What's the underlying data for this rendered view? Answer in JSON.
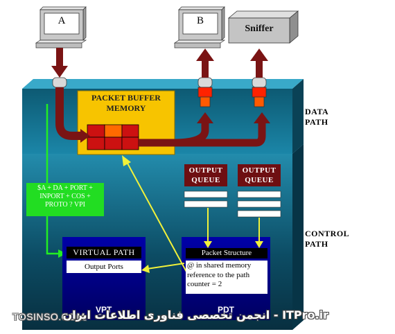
{
  "hosts": {
    "a_label": "A",
    "b_label": "B",
    "sniffer_label": "Sniffer"
  },
  "side_labels": {
    "data_path": [
      "DATA",
      "PATH"
    ],
    "control_path": [
      "CONTROL",
      "PATH"
    ]
  },
  "packet_buffer": {
    "title": [
      "PACKET BUFFER",
      "MEMORY"
    ]
  },
  "output_queue_1": {
    "title": [
      "OUTPUT",
      "QUEUE"
    ]
  },
  "output_queue_2": {
    "title": [
      "OUTPUT",
      "QUEUE"
    ]
  },
  "lookup_box": {
    "lines": [
      "$A + DA + PORT +",
      "INPORT + COS +",
      "PROTO ?  VPI"
    ]
  },
  "vpt": {
    "header": "VIRTUAL PATH",
    "sub": "Output Ports",
    "footer": "VPT"
  },
  "pdt": {
    "header": "Packet Structure",
    "lines": [
      "@ in shared memory",
      "reference to the path",
      "counter = 2"
    ],
    "footer": "PDT"
  },
  "watermark": {
    "left": "TOSINSO.COM",
    "right": "ITPro.ir - انجمن تخصصی فناوری اطلاعات ایران"
  },
  "colors": {
    "teal": "#1a7f9e",
    "dark_teal": "#0e4f66",
    "arrow": "#7a1414",
    "yellow": "#f7c400",
    "green": "#22dd22",
    "navy": "#0a0a8c",
    "queue": "#6e0f12"
  }
}
